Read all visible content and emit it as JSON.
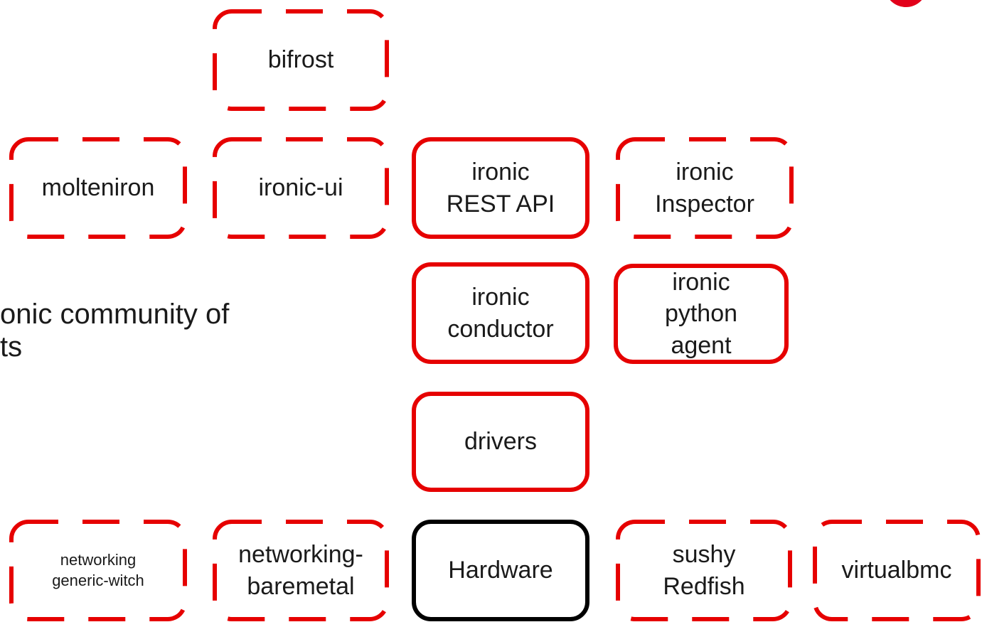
{
  "nodes": [
    {
      "id": "bifrost",
      "label": "bifrost",
      "style": "dashed"
    },
    {
      "id": "molteniron",
      "label": "molteniron",
      "style": "dashed"
    },
    {
      "id": "ironic-ui",
      "label": "ironic-ui",
      "style": "dashed"
    },
    {
      "id": "ironic-rest-api",
      "label": "ironic\nREST API",
      "style": "solid"
    },
    {
      "id": "ironic-inspector",
      "label": "ironic\nInspector",
      "style": "dashed"
    },
    {
      "id": "ironic-conductor",
      "label": "ironic\nconductor",
      "style": "solid"
    },
    {
      "id": "ironic-python-agent",
      "label": "ironic\npython\nagent",
      "style": "solid"
    },
    {
      "id": "drivers",
      "label": "drivers",
      "style": "solid"
    },
    {
      "id": "networking-generic-switch",
      "label": "networking\ngeneric-witch",
      "style": "dashed",
      "small": true
    },
    {
      "id": "networking-baremetal",
      "label": "networking-\nbaremetal",
      "style": "dashed"
    },
    {
      "id": "hardware",
      "label": "Hardware",
      "style": "solid-black"
    },
    {
      "id": "sushy-redfish",
      "label": "sushy\nRedfish",
      "style": "dashed"
    },
    {
      "id": "virtualbmc",
      "label": "virtualbmc",
      "style": "dashed"
    }
  ],
  "colors": {
    "accent": "#e60000",
    "hardware_border": "#000000"
  },
  "side_text": {
    "line1": "onic community of",
    "line2": "ts"
  }
}
